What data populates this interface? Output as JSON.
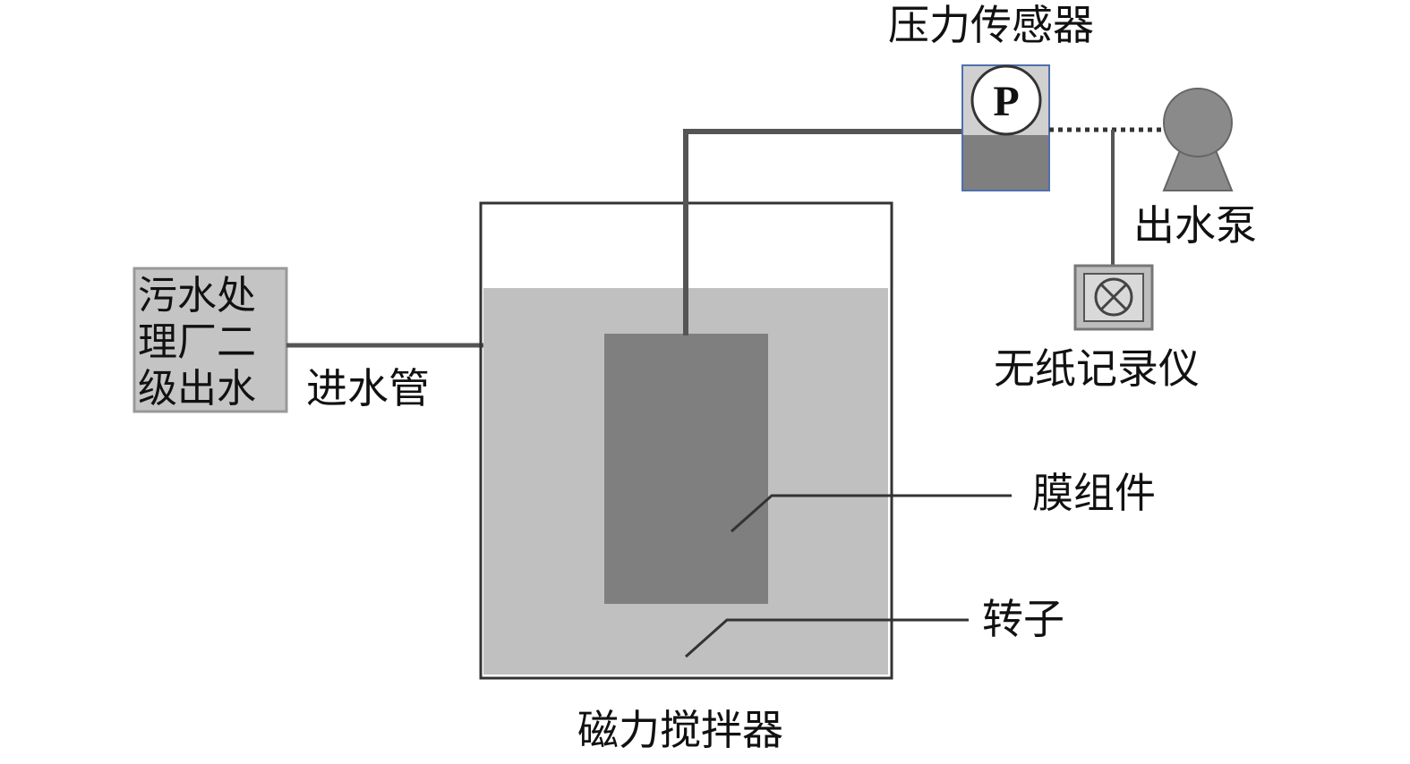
{
  "labels": {
    "source_line1": "污水处",
    "source_line2": "理厂二",
    "source_line3": "级出水",
    "inlet_pipe": "进水管",
    "pressure_sensor": "压力传感器",
    "pressure_symbol": "P",
    "outlet_pump": "出水泵",
    "paperless_recorder": "无纸记录仪",
    "membrane_module": "膜组件",
    "stir_bar": "转子",
    "magnetic_stirrer": "磁力搅拌器"
  },
  "colors": {
    "source_box": "#c4c4c4",
    "water": "#c0c0c0",
    "membrane": "#7f7f7f",
    "pipe": "#555555",
    "sensor_dark": "#7f7f7f",
    "sensor_light": "#d0d0d0",
    "sensor_border": "#4f6fb0",
    "pump": "#8a8a8a",
    "recorder": "#bdbdbd"
  }
}
